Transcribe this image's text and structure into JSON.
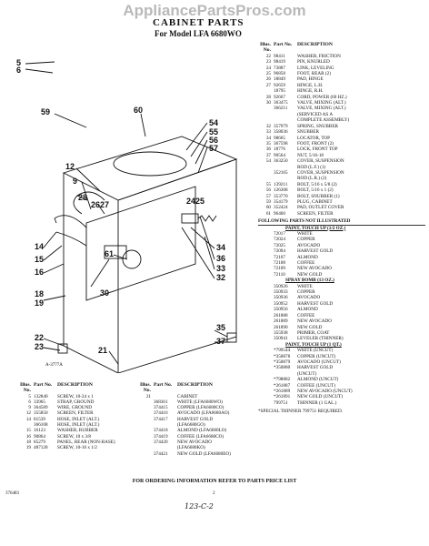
{
  "watermark": "AppliancePartsPros.com",
  "title": "CABINET PARTS",
  "subtitle": "For Model LFA 6680WO",
  "list_header": {
    "illus": "Illus. No.",
    "part": "Part No.",
    "desc": "DESCRIPTION"
  },
  "parts_right": [
    [
      "22",
      "98411",
      "WASHER, FRICTION"
    ],
    [
      "23",
      "98419",
      "PIN, KNURLED"
    ],
    [
      "24",
      "73887",
      "LINK, LEVELING"
    ],
    [
      "25",
      "96858",
      "FOOT, REAR (2)"
    ],
    [
      "26",
      "18849",
      "PAD, HINGE"
    ],
    [
      "27",
      "92659",
      "HINGE, L.H."
    ],
    [
      "",
      "18795",
      "HINGE, R.H."
    ],
    [
      "28",
      "92667",
      "CORD, POWER (60 HZ.)"
    ],
    [
      "30",
      "363475",
      "VALVE, MIXING (ALT.)"
    ],
    [
      "",
      "366211",
      "VALVE, MIXING (ALT.)"
    ],
    [
      "",
      "",
      "(SERVICED AS A"
    ],
    [
      "",
      "",
      "COMPLETE ASSEMBLY)"
    ],
    [
      "32",
      "357979",
      "SPRING, SNUBBER"
    ],
    [
      "33",
      "358036",
      "SNUBBER"
    ],
    [
      "34",
      "98665",
      "LOCATOR, TOP"
    ],
    [
      "35",
      "367598",
      "FOOT, FRONT (2)"
    ],
    [
      "36",
      "18776",
      "LOCK, FRONT TOP"
    ],
    [
      "37",
      "90564",
      "NUT, 5/16-18"
    ],
    [
      "54",
      "363250",
      "COVER, SUSPENSION"
    ],
    [
      "",
      "",
      "ROD (L.F.) (1)"
    ],
    [
      "",
      "352165",
      "COVER, SUSPENSION"
    ],
    [
      "",
      "",
      "ROD (L.R.) (2)"
    ],
    [
      "55",
      "139211",
      "BOLT, 5/16 x 5/8 (2)"
    ],
    [
      "56",
      "126308",
      "BOLT, 5/16 x 1 (2)"
    ],
    [
      "57",
      "353770",
      "BOLT, SNUBBER (1)"
    ],
    [
      "59",
      "354179",
      "PLUG, CABINET"
    ],
    [
      "60",
      "352424",
      "PAD, OUTLET COVER"
    ],
    [
      "61",
      "96460",
      "SCREEN, FILTER"
    ]
  ],
  "not_illustrated_title": "FOLLOWING PARTS NOT ILLUSTRATED",
  "touchup_title": "PAINT, TOUCH UP (1/2 OZ.)",
  "touchup": [
    [
      "",
      "72017",
      "WHITE"
    ],
    [
      "",
      "72024",
      "COPPER"
    ],
    [
      "",
      "72025",
      "AVOCADO"
    ],
    [
      "",
      "72094",
      "HARVEST GOLD"
    ],
    [
      "",
      "72107",
      "ALMOND"
    ],
    [
      "",
      "72108",
      "COFFEE"
    ],
    [
      "",
      "72109",
      "NEW AVOCADO"
    ],
    [
      "",
      "72110",
      "NEW GOLD"
    ]
  ],
  "spray_title": "SPRAY BOMB (13 OZ.)",
  "spray": [
    [
      "",
      "350926",
      "WHITE"
    ],
    [
      "",
      "350933",
      "COPPER"
    ],
    [
      "",
      "350936",
      "AVOCADO"
    ],
    [
      "",
      "350952",
      "HARVEST GOLD"
    ],
    [
      "",
      "350956",
      "ALMOND"
    ],
    [
      "",
      "261888",
      "COFFEE"
    ],
    [
      "",
      "261889",
      "NEW AVOCADO"
    ],
    [
      "",
      "261890",
      "NEW GOLD"
    ],
    [
      "",
      "355938",
      "PRIMER, COAT"
    ],
    [
      "",
      "350941",
      "LEVELER (THINNER)"
    ]
  ],
  "touchup1_title": "PAINT, TOUCH UP (1 QT.)",
  "touchup1": [
    [
      "",
      "*799544",
      "WHITE (UNCUT)"
    ],
    [
      "",
      "*350878",
      "COPPER (UNCUT)"
    ],
    [
      "",
      "*350879",
      "AVOCADO (UNCUT)"
    ],
    [
      "",
      "*350880",
      "HARVEST GOLD"
    ],
    [
      "",
      "",
      "(UNCUT)"
    ],
    [
      "",
      "*798882",
      "ALMOND (UNCUT)"
    ],
    [
      "",
      "*261887",
      "COFFEE (UNCUT)"
    ],
    [
      "",
      "*261889",
      "NEW AVOCADO (UNCUT)"
    ],
    [
      "",
      "*261891",
      "NEW GOLD (UNCUT)"
    ],
    [
      "",
      "799751",
      "THINNER (1 GAL.)"
    ]
  ],
  "special_note": "*SPECIAL THINNER 799751 REQUIRED.",
  "bottom_left": [
    [
      "5",
      "132840",
      "SCREW, 10-24 x 1"
    ],
    [
      "6",
      "33965",
      "STRAP, GROUND"
    ],
    [
      "9",
      "364589",
      "WIRE, GROUND"
    ],
    [
      "12",
      "355850",
      "SCREEN, FILTER"
    ],
    [
      "14",
      "81539",
      "HOSE, INLET (ALT.)"
    ],
    [
      "",
      "366108",
      "HOSE, INLET (ALT.)"
    ],
    [
      "15",
      "16123",
      "WASHER, RUBBER"
    ],
    [
      "16",
      "90864",
      "SCREW, 10 x 3/8"
    ],
    [
      "18",
      "85279",
      "PANEL, REAR (NON-BASE)"
    ],
    [
      "19",
      "487128",
      "SCREW, 10-16 x 1/2"
    ]
  ],
  "bottom_right": [
    [
      "21",
      "",
      "CABINET"
    ],
    [
      "",
      "368361",
      "WHITE (LFA6680WO)"
    ],
    [
      "",
      "374415",
      "COPPER (LFA6680CO)"
    ],
    [
      "",
      "374416",
      "AVOCADO (LFA6680AO)"
    ],
    [
      "",
      "374417",
      "HARVEST GOLD"
    ],
    [
      "",
      "",
      "(LFA6680GO)"
    ],
    [
      "",
      "374418",
      "ALMOND (LFA6680LO)"
    ],
    [
      "",
      "374419",
      "COFFEE (LFA6680CO)"
    ],
    [
      "",
      "374420",
      "NEW AVOCADO"
    ],
    [
      "",
      "",
      "(LFA6680KO)"
    ],
    [
      "",
      "374421",
      "NEW GOLD (LFA6680EO)"
    ]
  ],
  "order_note": "FOR ORDERING INFORMATION REFER TO PARTS PRICE LIST",
  "doc_code": "376483",
  "page_number": "2",
  "handwriting": "123-C-2",
  "figure_ref": "A-3777A",
  "callouts": [
    "5",
    "6",
    "59",
    "60",
    "54",
    "55",
    "56",
    "57",
    "61",
    "12",
    "9",
    "28",
    "26",
    "27",
    "24",
    "25",
    "14",
    "15",
    "16",
    "34",
    "36",
    "33",
    "32",
    "30",
    "18",
    "19",
    "22",
    "23",
    "21",
    "35",
    "37"
  ]
}
